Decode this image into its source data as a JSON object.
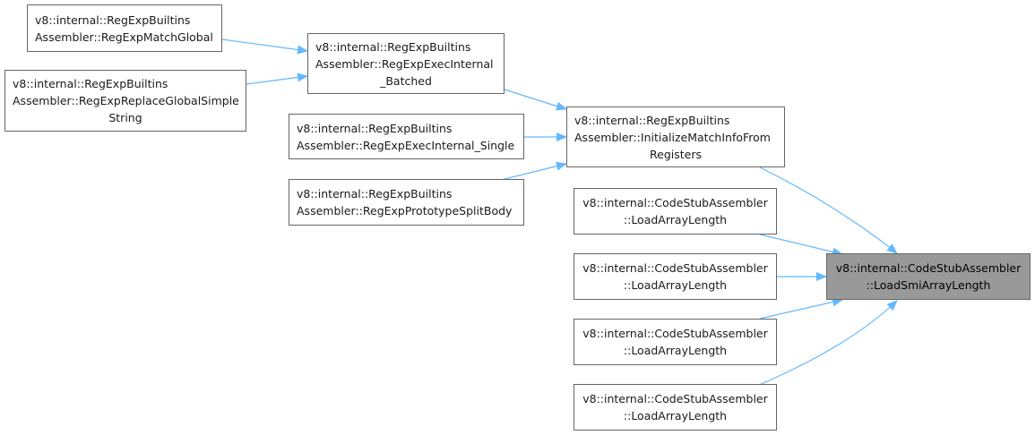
{
  "colors": {
    "edge": "#63b8ff",
    "node_border": "#666666",
    "root_fill": "#999999"
  },
  "nodes": {
    "n0": {
      "l1": "v8::internal::CodeStubAssembler",
      "l2": "::LoadSmiArrayLength"
    },
    "n1": {
      "l1": "v8::internal::RegExpBuiltins",
      "l2": "Assembler::RegExpMatchGlobal"
    },
    "n2": {
      "l1": "v8::internal::RegExpBuiltins",
      "l2": "Assembler::RegExpReplaceGlobalSimple",
      "l3": "String"
    },
    "n3": {
      "l1": "v8::internal::RegExpBuiltins",
      "l2": "Assembler::RegExpExecInternal",
      "l3": "_Batched"
    },
    "n4": {
      "l1": "v8::internal::RegExpBuiltins",
      "l2": "Assembler::RegExpExecInternal_Single"
    },
    "n5": {
      "l1": "v8::internal::RegExpBuiltins",
      "l2": "Assembler::RegExpPrototypeSplitBody"
    },
    "n6": {
      "l1": "v8::internal::RegExpBuiltins",
      "l2": "Assembler::InitializeMatchInfoFrom",
      "l3": "Registers"
    },
    "n7": {
      "l1": "v8::internal::CodeStubAssembler",
      "l2": "::LoadArrayLength"
    },
    "n8": {
      "l1": "v8::internal::CodeStubAssembler",
      "l2": "::LoadArrayLength"
    },
    "n9": {
      "l1": "v8::internal::CodeStubAssembler",
      "l2": "::LoadArrayLength"
    },
    "n10": {
      "l1": "v8::internal::CodeStubAssembler",
      "l2": "::LoadArrayLength"
    }
  },
  "edges": [
    {
      "from": "n1",
      "to": "n3"
    },
    {
      "from": "n2",
      "to": "n3"
    },
    {
      "from": "n3",
      "to": "n6"
    },
    {
      "from": "n4",
      "to": "n6"
    },
    {
      "from": "n5",
      "to": "n6"
    },
    {
      "from": "n6",
      "to": "n0"
    },
    {
      "from": "n7",
      "to": "n0"
    },
    {
      "from": "n8",
      "to": "n0"
    },
    {
      "from": "n9",
      "to": "n0"
    },
    {
      "from": "n10",
      "to": "n0"
    }
  ]
}
